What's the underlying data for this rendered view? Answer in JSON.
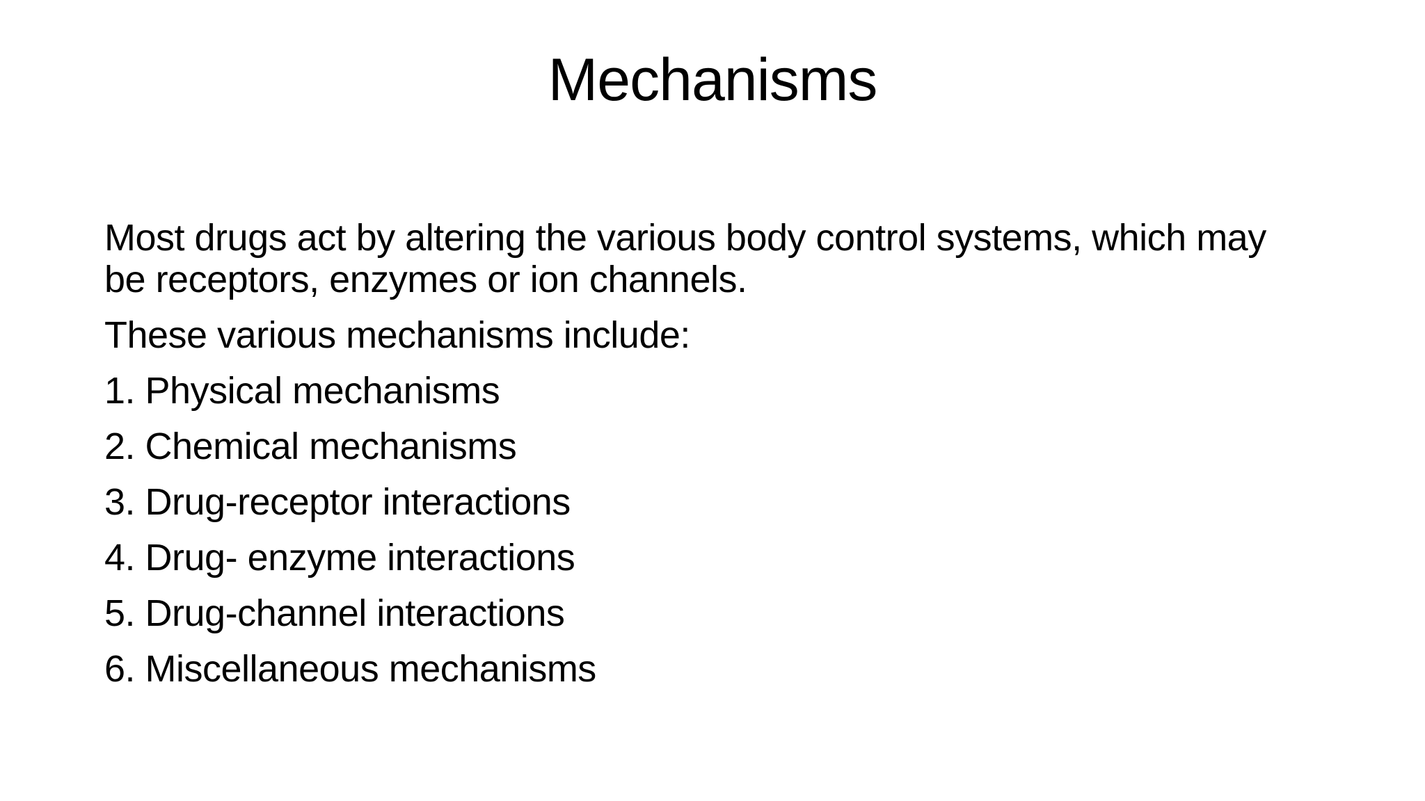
{
  "slide": {
    "title": "Mechanisms",
    "body": {
      "intro": [
        "Most drugs act by altering the various body control systems, which may",
        "be receptors, enzymes or ion channels."
      ],
      "lead_in": "These various mechanisms include:",
      "items": [
        "1. Physical mechanisms",
        "2. Chemical mechanisms",
        "3. Drug-receptor interactions",
        "4. Drug- enzyme interactions",
        "5. Drug-channel interactions",
        "6. Miscellaneous mechanisms"
      ]
    }
  },
  "colors": {
    "background": "#ffffff",
    "text": "#000000"
  }
}
